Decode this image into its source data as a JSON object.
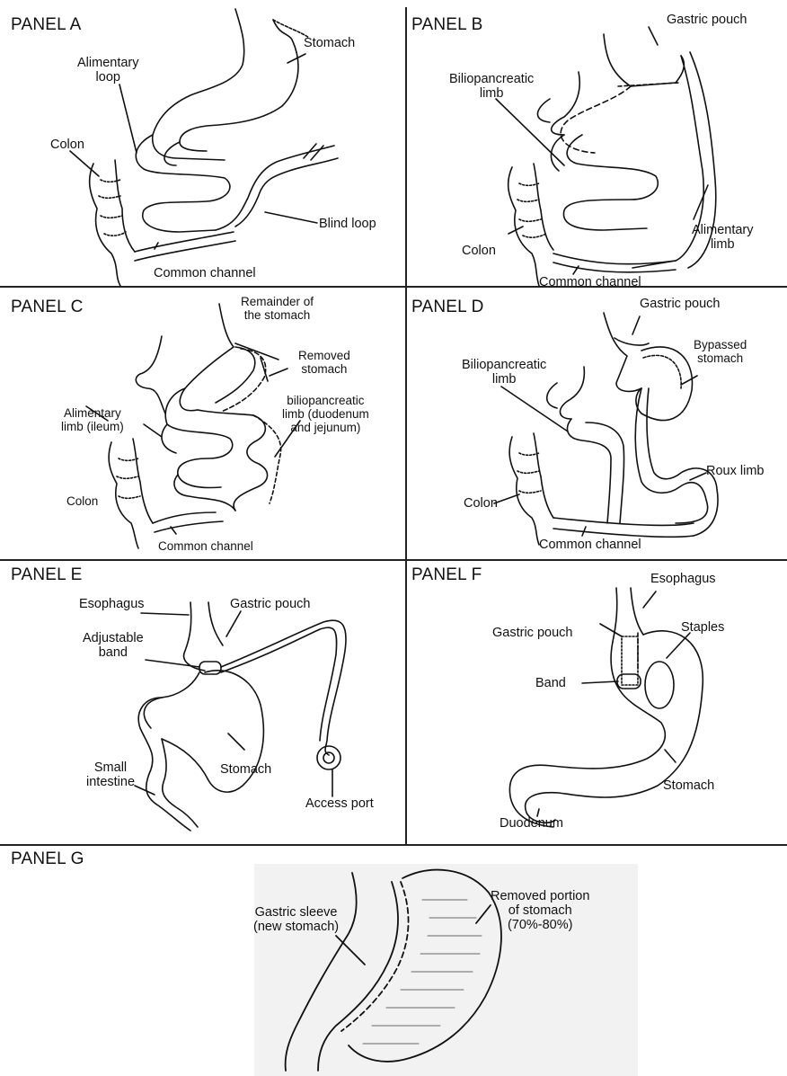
{
  "panels": {
    "a": {
      "title": "PANEL A",
      "labels": {
        "stomach": "Stomach",
        "alimentary_loop": "Alimentary\nloop",
        "colon": "Colon",
        "blind_loop": "Blind loop",
        "common_channel": "Common channel"
      }
    },
    "b": {
      "title": "PANEL B",
      "labels": {
        "gastric_pouch": "Gastric pouch",
        "biliopancreatic_limb": "Biliopancreatic\nlimb",
        "colon": "Colon",
        "alimentary_limb": "Alimentary\nlimb",
        "common_channel": "Common channel"
      }
    },
    "c": {
      "title": "PANEL C",
      "labels": {
        "remainder": "Remainder of\nthe stomach",
        "removed": "Removed\nstomach",
        "biliopancreatic": "biliopancreatic\nlimb (duodenum\nand jejunum)",
        "alimentary": "Alimentary\nlimb (ileum)",
        "colon": "Colon",
        "common_channel": "Common channel"
      }
    },
    "d": {
      "title": "PANEL D",
      "labels": {
        "gastric_pouch": "Gastric pouch",
        "bypassed": "Bypassed\nstomach",
        "biliopancreatic": "Biliopancreatic\nlimb",
        "roux": "Roux limb",
        "colon": "Colon",
        "common_channel": "Common channel"
      }
    },
    "e": {
      "title": "PANEL E",
      "labels": {
        "esophagus": "Esophagus",
        "gastric_pouch": "Gastric pouch",
        "band": "Adjustable\nband",
        "stomach": "Stomach",
        "small_intestine": "Small\nintestine",
        "access_port": "Access port"
      }
    },
    "f": {
      "title": "PANEL F",
      "labels": {
        "esophagus": "Esophagus",
        "gastric_pouch": "Gastric pouch",
        "staples": "Staples",
        "band": "Band",
        "stomach": "Stomach",
        "duodenum": "Duodenum"
      }
    },
    "g": {
      "title": "PANEL G",
      "labels": {
        "sleeve": "Gastric sleeve\n(new stomach)",
        "removed": "Removed portion\nof stomach\n(70%-80%)"
      }
    }
  }
}
